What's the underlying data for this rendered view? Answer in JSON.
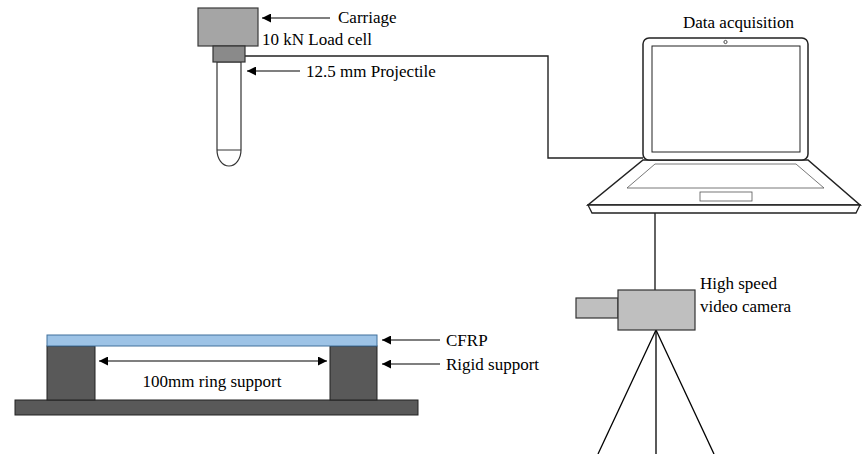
{
  "diagram": {
    "nodes": [
      {
        "text": [
          "10 kN Load cell"
        ]
      },
      {
        "text": [
          "Data acquisition"
        ]
      },
      {
        "text": [
          "High speed video camera"
        ]
      }
    ],
    "edges": [
      {
        "from": 0,
        "to": 1,
        "arrow": "none"
      },
      {
        "from": 1,
        "to": 2,
        "arrow": "none"
      }
    ],
    "labels": [
      "Carriage",
      "12.5 mm Projectile",
      "CFRP",
      "Rigid support",
      "100mm ring support"
    ]
  }
}
